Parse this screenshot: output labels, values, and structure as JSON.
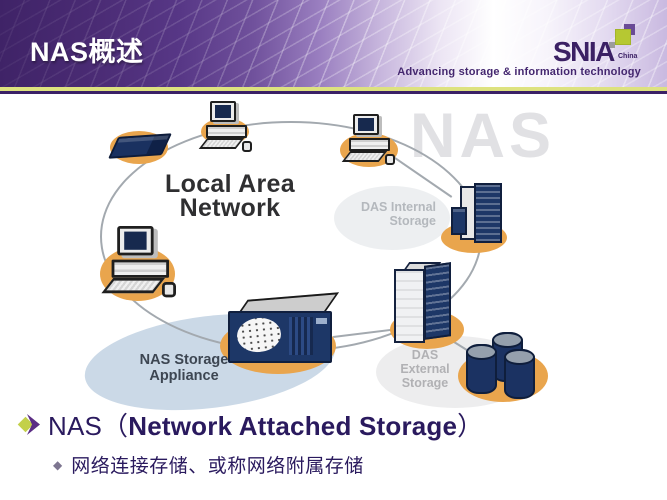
{
  "header": {
    "title": "NAS概述",
    "logo": {
      "brand": "SNIA",
      "region": "China",
      "tagline": "Advancing storage & information technology"
    }
  },
  "diagram": {
    "watermark": "NAS",
    "lan": {
      "line1": "Local Area",
      "line2": "Network"
    },
    "nas_appliance": {
      "line1": "NAS Storage",
      "line2": "Appliance"
    },
    "das_internal": {
      "line1": "DAS Internal",
      "line2": "Storage"
    },
    "das_external": {
      "line1": "DAS",
      "line2": "External",
      "line3": "Storage"
    }
  },
  "bullets": {
    "item1": {
      "prefix": "NAS（",
      "emphasis": "Network Attached Storage",
      "suffix": "）"
    },
    "item2": {
      "marker": "◆",
      "text": "网络连接存储、或称网络附属存储"
    }
  },
  "colors": {
    "header_purple": "#4a2b74",
    "accent_yellow_green": "#dde27f",
    "divider_purple": "#3b2166",
    "device_navy": "#1d3767",
    "pad_orange": "#e9a54d",
    "swoosh_blue": "#cbd9e7",
    "text_indigo": "#2a1a5e",
    "snia_purple": "#3b2064",
    "watermark_gray": "#e1e1e4"
  }
}
